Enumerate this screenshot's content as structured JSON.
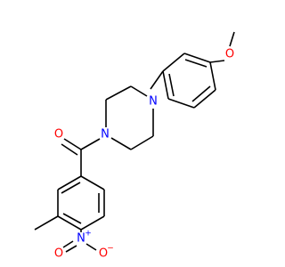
{
  "colors": {
    "background": "#ffffff",
    "carbon_bond": "#000000",
    "oxygen": "#ff0000",
    "nitrogen": "#0000ff"
  },
  "atoms": {
    "methoxy_oxygen": "O",
    "piperazine_n_aryl": "N",
    "piperazine_n_acyl": "N",
    "carbonyl_oxygen": "O",
    "nitro_nitrogen": "N",
    "nitro_nitrogen_charge": "+",
    "nitro_oxygen_left": "O",
    "nitro_oxygen_right": "O",
    "nitro_oxygen_right_charge": "−"
  }
}
